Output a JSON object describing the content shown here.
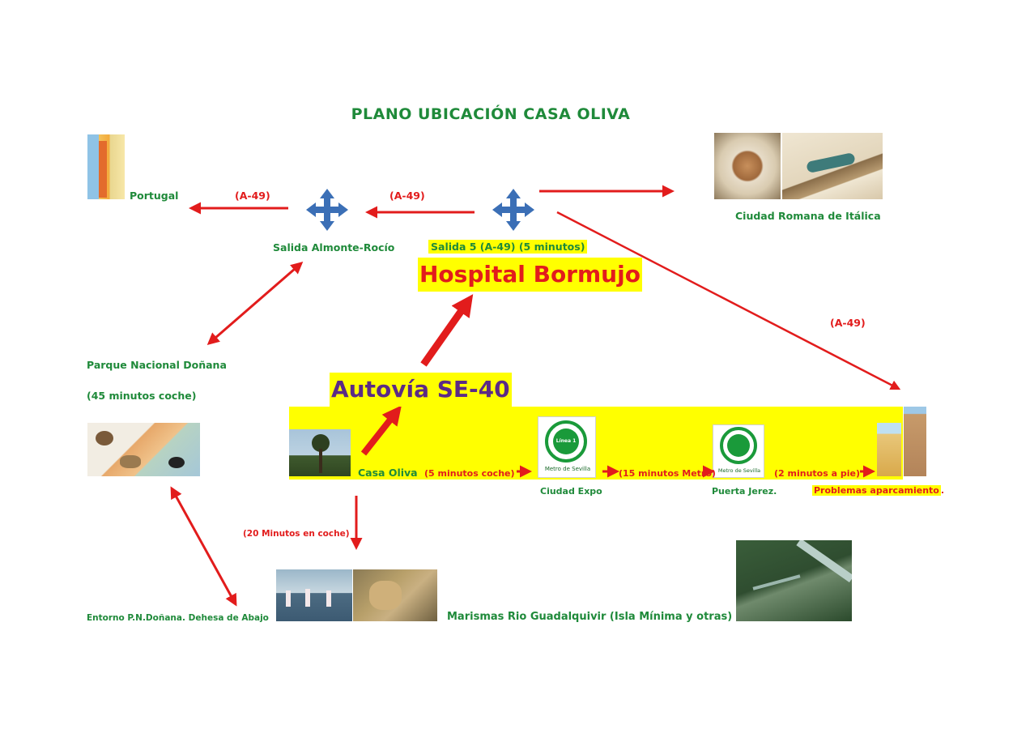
{
  "title": "PLANO UBICACIÓN CASA OLIVA",
  "labels": {
    "portugal": "Portugal",
    "a49_left": "(A-49)",
    "a49_mid": "(A-49)",
    "a49_right": "(A-49)",
    "italica": "Ciudad Romana de Itálica",
    "almonte": "Salida Almonte-Rocío",
    "salida5": "Salida 5 (A-49) (5 minutos)",
    "hospital": "Hospital Bormujo",
    "donana_line1": "Parque Nacional Doñana",
    "donana_line2": "(45 minutos coche)",
    "autovia": "Autovía SE-40",
    "casa_oliva": "Casa Oliva",
    "five_min_car": "(5 minutos coche)",
    "fifteen_min_metro": "(15 minutos Metro)",
    "two_min_foot": "(2 minutos a pie)",
    "ciudad_expo": "Ciudad Expo",
    "puerta_jerez": "Puerta Jerez.",
    "problemas": "Problemas aparcamiento",
    "problemas_dot": ".",
    "twenty_min": "(20 Minutos en coche)",
    "entorno": "Entorno P.N.Doñana. Dehesa de Abajo",
    "marismas": "Marismas Rio Guadalquivir (Isla Mínima y otras)",
    "metro_linea": "Línea 1",
    "metro_name_1": "Metro de Sevilla",
    "metro_name_2": "Metro de Sevilla"
  },
  "colors": {
    "green_text": "#1f8a3a",
    "red_arrow": "#e21c1c",
    "highlight_yellow": "#ffff00",
    "purple_text": "#5b2a86",
    "crossroad_blue": "#3b6fb6"
  }
}
